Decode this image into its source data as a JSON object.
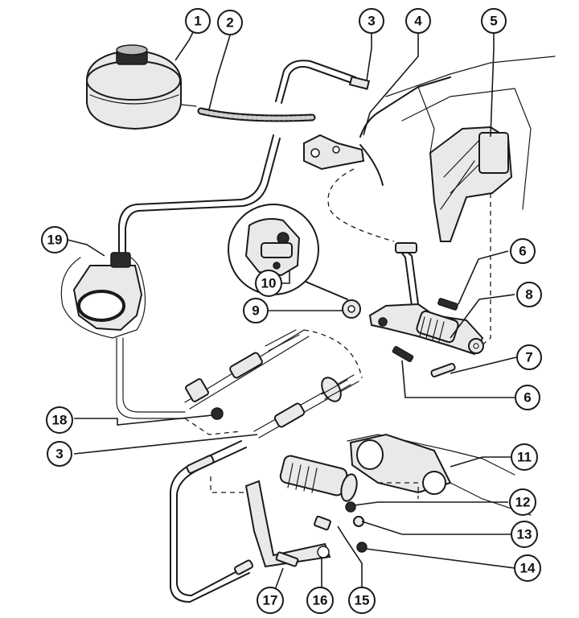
{
  "diagram": {
    "callouts": [
      {
        "id": "c1",
        "label": "1"
      },
      {
        "id": "c2",
        "label": "2"
      },
      {
        "id": "c3a",
        "label": "3"
      },
      {
        "id": "c4",
        "label": "4"
      },
      {
        "id": "c5",
        "label": "5"
      },
      {
        "id": "c6a",
        "label": "6"
      },
      {
        "id": "c8",
        "label": "8"
      },
      {
        "id": "c19",
        "label": "19"
      },
      {
        "id": "c10",
        "label": "10"
      },
      {
        "id": "c9",
        "label": "9"
      },
      {
        "id": "c7",
        "label": "7"
      },
      {
        "id": "c6b",
        "label": "6"
      },
      {
        "id": "c18",
        "label": "18"
      },
      {
        "id": "c3b",
        "label": "3"
      },
      {
        "id": "c11",
        "label": "11"
      },
      {
        "id": "c12",
        "label": "12"
      },
      {
        "id": "c13",
        "label": "13"
      },
      {
        "id": "c14",
        "label": "14"
      },
      {
        "id": "c17",
        "label": "17"
      },
      {
        "id": "c16",
        "label": "16"
      },
      {
        "id": "c15",
        "label": "15"
      }
    ]
  }
}
